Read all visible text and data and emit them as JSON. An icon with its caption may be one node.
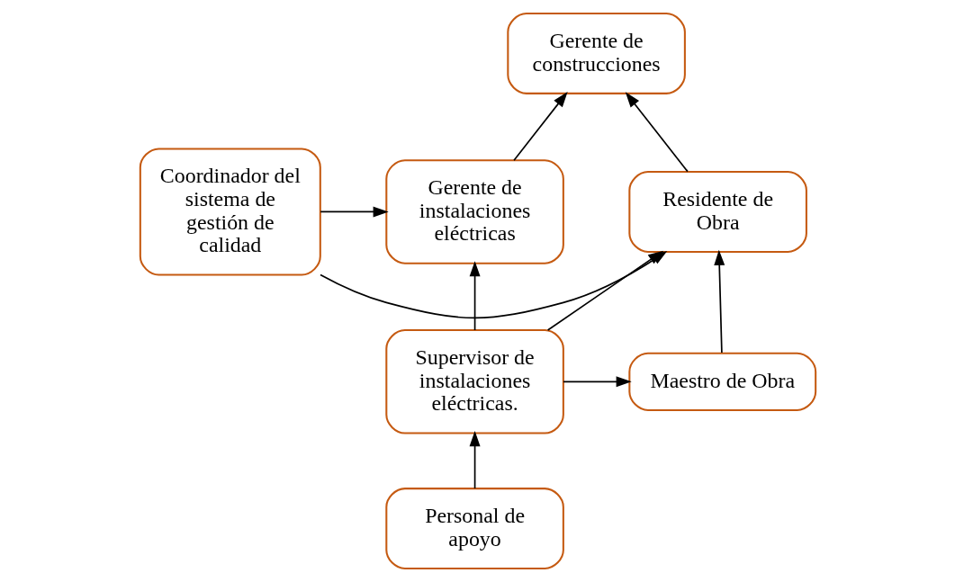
{
  "diagram": {
    "nodes": [
      {
        "text": [
          "Gerente de construcciones"
        ]
      },
      {
        "text": [
          "Residente de Obra"
        ]
      },
      {
        "text": [
          "Coordinador del sistema de gestión de calidad"
        ]
      },
      {
        "text": [
          "Gerente de instalaciones eléctricas"
        ]
      },
      {
        "text": [
          "Maestro de Obra"
        ]
      },
      {
        "text": [
          "Supervisor de instalaciones eléctricas."
        ]
      },
      {
        "text": [
          "Personal de apoyo"
        ]
      }
    ],
    "edges": [
      {
        "from": 1,
        "to": 0,
        "arrow": "to"
      },
      {
        "from": 2,
        "to": 1,
        "arrow": "to"
      },
      {
        "from": 2,
        "to": 3,
        "arrow": "to"
      },
      {
        "from": 3,
        "to": 0,
        "arrow": "to"
      },
      {
        "from": 4,
        "to": 1,
        "arrow": "to"
      },
      {
        "from": 5,
        "to": 1,
        "arrow": "to"
      },
      {
        "from": 5,
        "to": 4,
        "arrow": "to"
      },
      {
        "from": 5,
        "to": 3,
        "arrow": "to"
      },
      {
        "from": 6,
        "to": 5,
        "arrow": "to"
      }
    ]
  }
}
